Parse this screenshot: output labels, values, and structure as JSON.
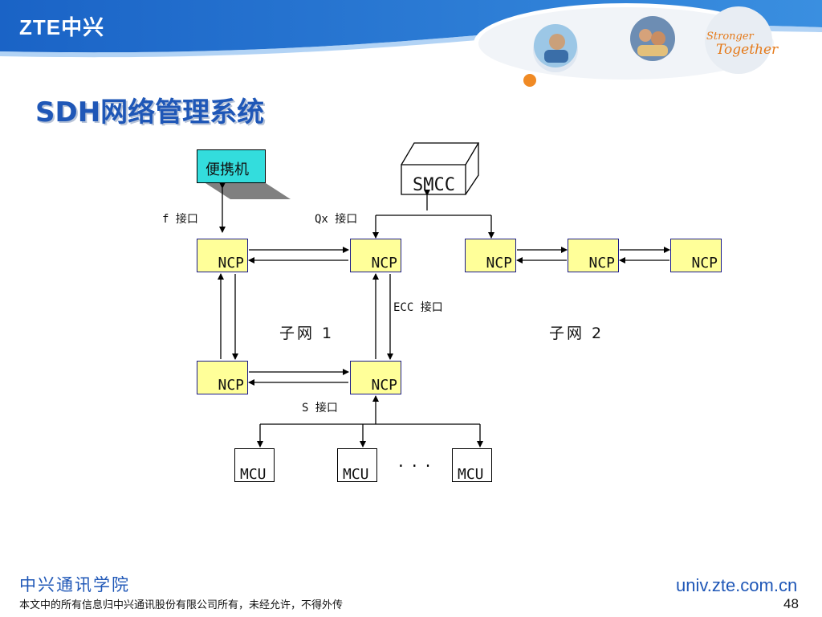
{
  "header": {
    "logo": "ZTE中兴",
    "slogan_line1": "Stronger",
    "slogan_line2": "Together",
    "brand_blue": "#1f57b7",
    "accent_orange": "#f08a24"
  },
  "slide": {
    "title": "SDH网络管理系统"
  },
  "diagram": {
    "laptop": "便携机",
    "smcc": "SMCC",
    "ncp": "NCP",
    "mcu": "MCU",
    "ellipsis": "···",
    "f_interface": "f 接口",
    "qx_interface": "Qx 接口",
    "ecc_interface": "ECC 接口",
    "s_interface": "S 接口",
    "subnet1": "子网 1",
    "subnet2": "子网 2"
  },
  "footer": {
    "academy": "中兴通讯学院",
    "copyright": "本文中的所有信息归中兴通讯股份有限公司所有，未经允许，不得外传",
    "url": "univ.zte.com.cn",
    "page_number": "48"
  }
}
